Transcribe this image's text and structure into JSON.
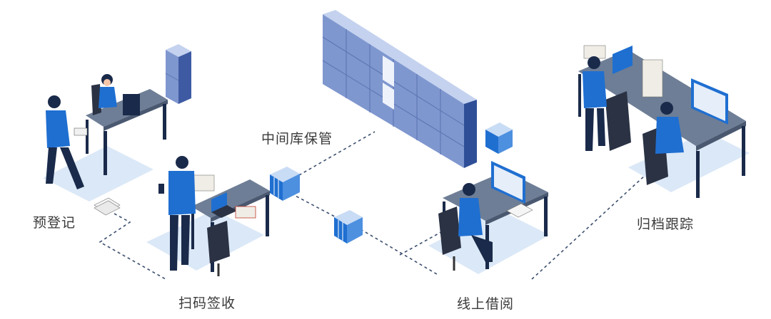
{
  "labels": {
    "pre_register": "预登记",
    "scan_signoff": "扫码签收",
    "storage": "中间库保管",
    "online_lending": "线上借阅",
    "archive_tracking": "归档跟踪"
  },
  "colors": {
    "primary_blue": "#1f6fd1",
    "dark_navy": "#1a2a4a",
    "desk_gray": "#6e7e96",
    "cabinet_blue": "#7f97cf",
    "floor_shadow": "#dbe8f7",
    "dashed_line": "#3c4f6e",
    "label_text": "#3a3a3a"
  }
}
